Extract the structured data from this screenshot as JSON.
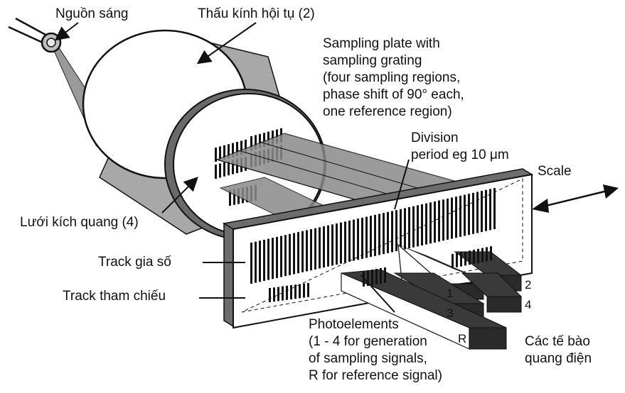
{
  "labels": {
    "light_source": "Nguồn sáng",
    "condenser_lens": "Thấu kính hội tụ (2)",
    "sampling_plate": [
      "Sampling plate with",
      "sampling grating",
      "(four sampling regions,",
      "phase shift of 90° each,",
      "one reference region)"
    ],
    "division_period": [
      "Division",
      "period eg 10 μm"
    ],
    "scale": "Scale",
    "scanning_reticle": "Lưới kích quang (4)",
    "incremental_track": "Track gia số",
    "reference_track": "Track tham chiếu",
    "photoelements": [
      "Photoelements",
      "(1 - 4 for generation",
      "of sampling signals,",
      "R for reference signal)"
    ],
    "photocells": [
      "Các tế bào",
      "quang điện"
    ],
    "photo_numbers": {
      "p1": "1",
      "p2": "2",
      "p3": "3",
      "p4": "4",
      "pr": "R"
    }
  },
  "colors": {
    "ink": "#111111",
    "beam_gray": "#9a9a9a",
    "lens_gray": "#a8a8a8",
    "dark_gray": "#5a5a5a",
    "white": "#ffffff"
  }
}
